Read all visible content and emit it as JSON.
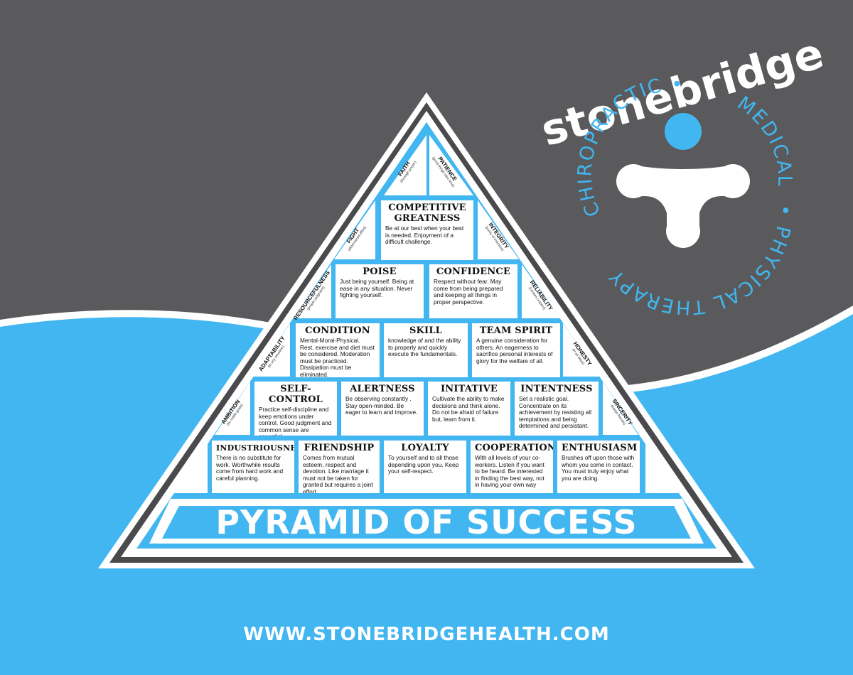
{
  "colors": {
    "background_top": "#5a5a5c",
    "accent_blue": "#41b6f0",
    "pyramid_border": "#4a4a4c"
  },
  "logo": {
    "name": "stonebridge",
    "arc_left": "CHIROPRACTIC •",
    "arc_right": "MEDICAL",
    "arc_bottom": "• PHYSICAL THERAPY"
  },
  "pyramid": {
    "banner": "PYRAMID OF SUCCESS",
    "top_blocks": [
      {
        "title": "COMPETITIVE GREATNESS",
        "desc": "Be at our best when your best is needed. Enjoyment of a difficult challenge."
      }
    ],
    "row_poise": [
      {
        "title": "POISE",
        "desc": "Just being yourself. Being at ease in any situation. Never fighting yourself."
      },
      {
        "title": "CONFIDENCE",
        "desc": "Respect without fear. May come from being prepared and keeping all things in proper perspective."
      }
    ],
    "row_condition": [
      {
        "title": "CONDITION",
        "desc": "Mental-Moral-Physical. Rest, exercise and diet must be considered. Moderation must be practiced. Dissipation must be eliminated."
      },
      {
        "title": "SKILL",
        "desc": "knowledge of and the ability to properly and quickly execute the fundamentals."
      },
      {
        "title": "TEAM SPIRIT",
        "desc": "A genuine consideration for others. An eagerness to sacrifice personal interests of glory for the welfare of all."
      }
    ],
    "row_self": [
      {
        "title": "SELF-CONTROL",
        "desc": "Practice self-discipline and keep emotions under control. Good judgment and common sense are essential."
      },
      {
        "title": "ALERTNESS",
        "desc": "Be observing constantly . Stay open-minded. Be eager to learn and improve."
      },
      {
        "title": "INITATIVE",
        "desc": "Cultivate the ability to make decisions and think alone. Do not be afraid of failure but, learn from it."
      },
      {
        "title": "INTENTNESS",
        "desc": "Set a realistic goal. Concentrate on its achievement by resisting all temptations and being determined and persistant."
      }
    ],
    "row_base": [
      {
        "title": "INDUSTRIOUSNESS",
        "desc": "There is no substitute for work. Worthwhile results come from hard work and careful planning."
      },
      {
        "title": "FRIENDSHIP",
        "desc": "Comes from mutual esteem, respect and devotion. Like marriage it must not be taken for granted but requires a joint effort."
      },
      {
        "title": "LOYALTY",
        "desc": "To yourself and to all those depending upon you. Keep your self-respect."
      },
      {
        "title": "COOPERATION",
        "desc": "With all levels of your co-workers. Listen if you want to be heard. Be interested in finding the best way, not in having your own way"
      },
      {
        "title": "ENTHUSIASM",
        "desc": "Brushes off upon those with whom you come in contact. You must truly enjoy what you are doing."
      }
    ],
    "side_labels": [
      {
        "title": "FAITH",
        "sub": "(through prayer)"
      },
      {
        "title": "PATIENCE",
        "sub": "(good things take time)"
      },
      {
        "title": "FIGHT",
        "sub": "(determined effort)"
      },
      {
        "title": "INTEGRITY",
        "sub": "(purity of intention)"
      },
      {
        "title": "RESOURCEFULNESS",
        "sub": "(proper judgment)"
      },
      {
        "title": "RELIABILITY",
        "sub": "(creates respect)"
      },
      {
        "title": "ADAPTABILITY",
        "sub": "(to any situation)"
      },
      {
        "title": "HONESTY",
        "sub": "(in all ways)"
      },
      {
        "title": "AMBITION",
        "sub": "(for noble goals)"
      },
      {
        "title": "SINCERITY",
        "sub": "(keeps friends)"
      }
    ]
  },
  "footer": {
    "url": "WWW.STONEBRIDGEHEALTH.COM"
  }
}
